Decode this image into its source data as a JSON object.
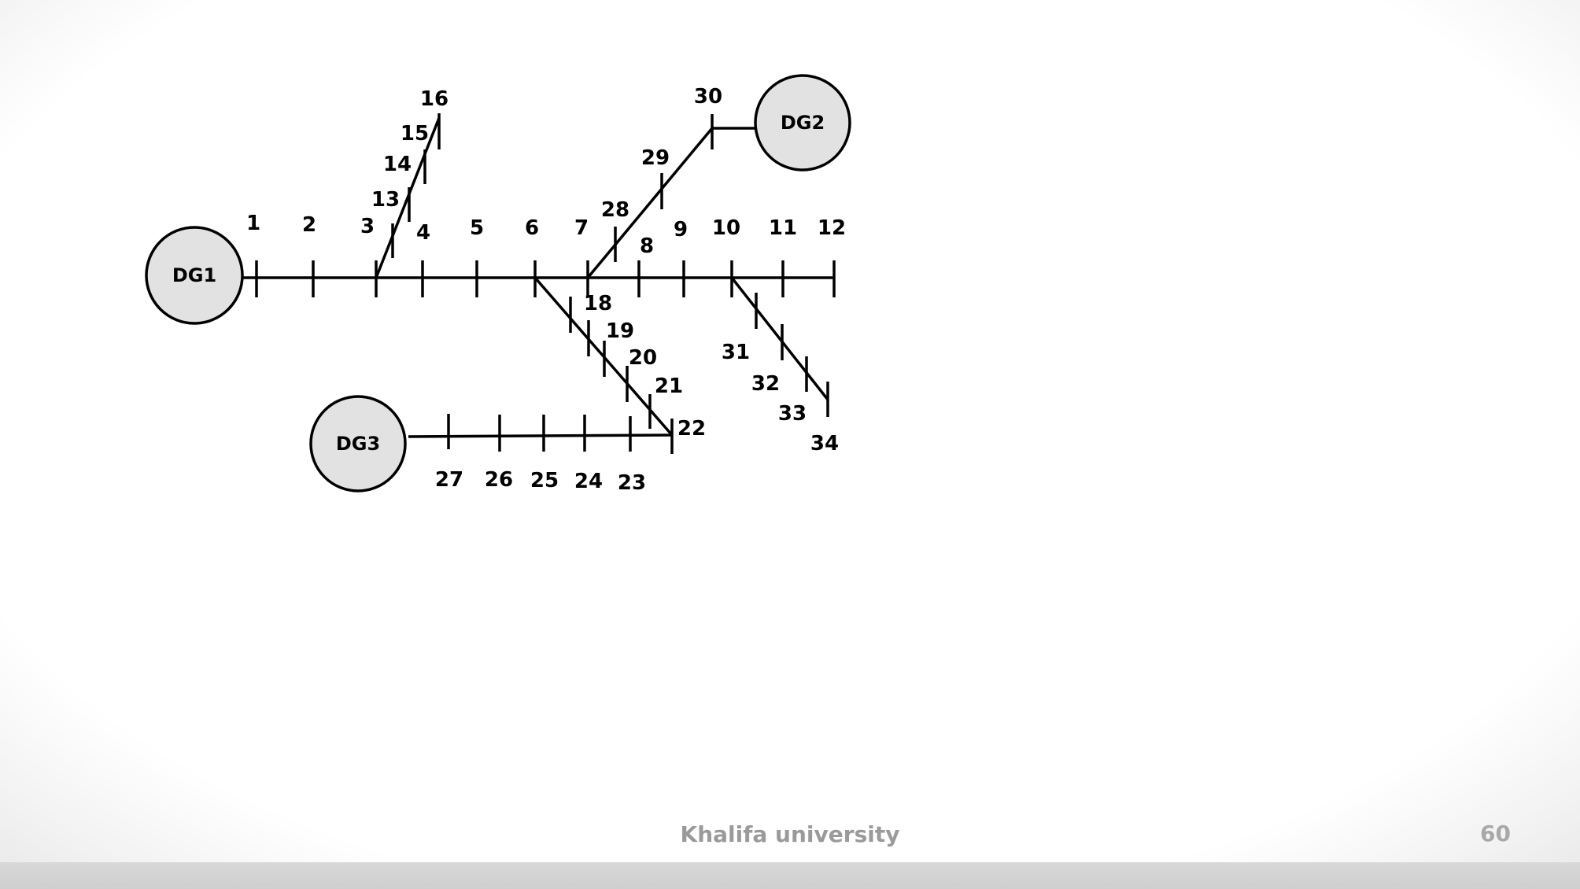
{
  "generators": [
    {
      "id": "dg1",
      "label": "DG1"
    },
    {
      "id": "dg2",
      "label": "DG2"
    },
    {
      "id": "dg3",
      "label": "DG3"
    }
  ],
  "buses": [
    "1",
    "2",
    "3",
    "4",
    "5",
    "6",
    "7",
    "8",
    "9",
    "10",
    "11",
    "12",
    "13",
    "14",
    "15",
    "16",
    "18",
    "19",
    "20",
    "21",
    "22",
    "23",
    "24",
    "25",
    "26",
    "27",
    "28",
    "29",
    "30",
    "31",
    "32",
    "33",
    "34"
  ],
  "footer": {
    "text": "Khalifa university",
    "slide_number": "60"
  }
}
